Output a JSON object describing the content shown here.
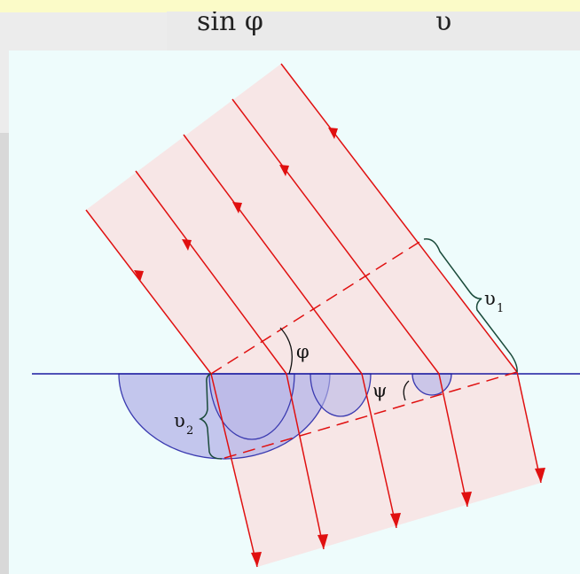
{
  "header": {
    "formula_left": "sin φ",
    "formula_right": "υ"
  },
  "diagram": {
    "labels": {
      "v1": "υ",
      "v1_sub": "1",
      "v2": "υ",
      "v2_sub": "2",
      "phi": "φ",
      "psi": "ψ"
    },
    "colors": {
      "ray": "#e01010",
      "beam_fill": "#ffd4d4",
      "interface": "#1a1aa0",
      "wavelet_fill": "#b8b8e8",
      "wavelet_stroke": "#3a3ab0",
      "bracket": "#1a4a3a",
      "background": "#eefcfc"
    }
  }
}
